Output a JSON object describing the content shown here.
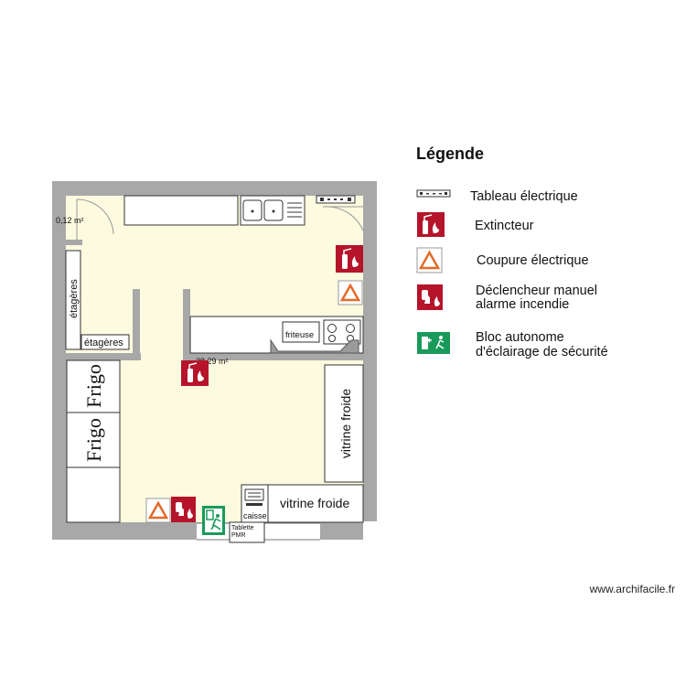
{
  "legend": {
    "title": "Légende",
    "electrical_panel": "Tableau électrique",
    "extinguisher": "Extincteur",
    "power_cutoff": "Coupure électrique",
    "manual_alarm_line1": "Déclencheur manuel",
    "manual_alarm_line2": "alarme incendie",
    "emergency_light_line1": "Bloc autonome",
    "emergency_light_line2": "d'éclairage de sécurité"
  },
  "plan": {
    "area_small": "0,12 m²",
    "area_main": "28,29 m²",
    "shelves_vertical": "étagères",
    "shelves_horizontal": "étagères",
    "fridge_1": "Frigo",
    "fridge_2": "Frigo",
    "fryer": "friteuse",
    "display_case_vertical": "vitrine froide",
    "display_case_horizontal": "vitrine froide",
    "cash_register": "caisse",
    "pmr_table_line1": "Tablette",
    "pmr_table_line2": "PMR"
  },
  "footer": {
    "watermark": "www.archifacile.fr"
  },
  "colors": {
    "wall": "#a8a8a8",
    "floor": "#fcfadf",
    "fire_red": "#b5142a",
    "exit_green": "#1a9a5a",
    "warning_orange": "#e36a2a"
  }
}
